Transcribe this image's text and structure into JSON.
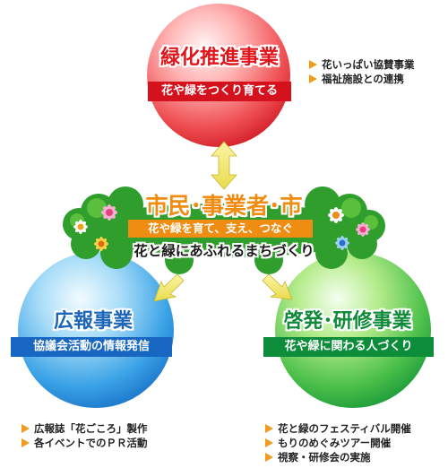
{
  "top": {
    "title": "緑化推進事業",
    "subtitle": "花や緑をつくり育てる",
    "items": [
      "花いっぱい協賛事業",
      "福祉施設との連携"
    ]
  },
  "center": {
    "title": "市民･事業者･市",
    "band": "花や緑を育て、支え、つなぐ",
    "slogan": "花と緑にあふれるまちづくり"
  },
  "left": {
    "title": "広報事業",
    "subtitle": "協議会活動の情報発信",
    "items": [
      "広報誌「花ごころ」製作",
      "各イベントでのＰＲ活動"
    ]
  },
  "right": {
    "title": "啓発･研修事業",
    "subtitle": "花や緑に関わる人づくり",
    "items": [
      "花と緑のフェスティバル開催",
      "もりのめぐみツアー開催",
      "視察・研修会の実施"
    ]
  },
  "colors": {
    "red": "#e0151b",
    "blue": "#1b66b8",
    "green": "#0f8a38",
    "orange": "#ef8c12",
    "arrow": "#f2e25e"
  }
}
